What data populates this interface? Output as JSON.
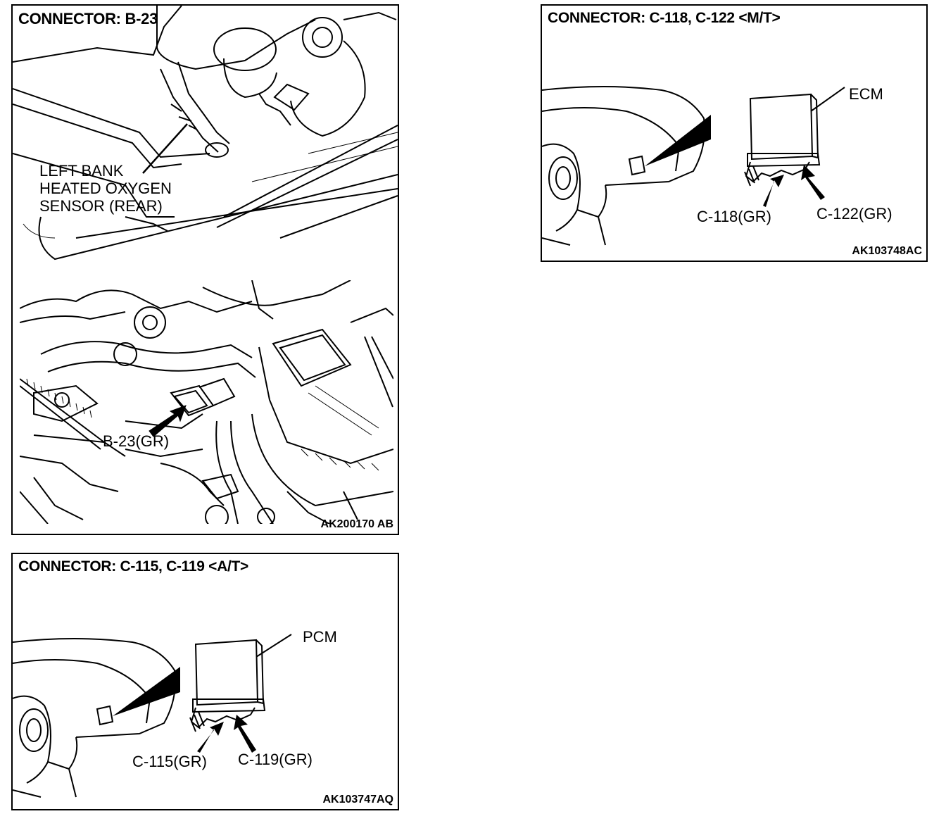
{
  "panels": {
    "b23": {
      "title": "CONNECTOR: B-23",
      "sensor_label_line1": "LEFT BANK",
      "sensor_label_line2": "HEATED OXYGEN",
      "sensor_label_line3": "SENSOR (REAR)",
      "connector_label": "B-23(GR)",
      "figure_id": "AK200170 AB"
    },
    "c118": {
      "title": "CONNECTOR: C-118, C-122 <M/T>",
      "module_label": "ECM",
      "connector_left_label": "C-118(GR)",
      "connector_right_label": "C-122(GR)",
      "figure_id": "AK103748AC"
    },
    "c115": {
      "title": "CONNECTOR: C-115, C-119 <A/T>",
      "module_label": "PCM",
      "connector_left_label": "C-115(GR)",
      "connector_right_label": "C-119(GR)",
      "figure_id": "AK103747AQ"
    }
  }
}
